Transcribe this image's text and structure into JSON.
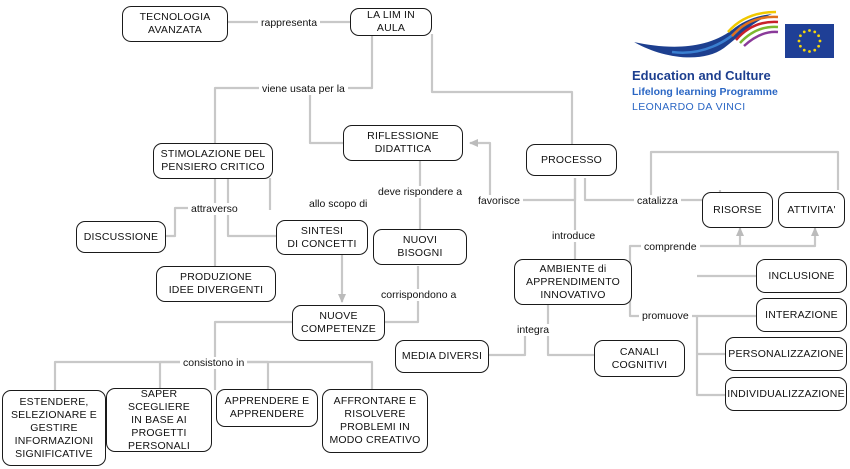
{
  "nodes": {
    "lim": "LA LIM IN AULA",
    "tecnologia": "TECNOLOGIA\nAVANZATA",
    "riflessione": "RIFLESSIONE\nDIDATTICA",
    "processo": "PROCESSO",
    "stimolazione": "STIMOLAZIONE DEL\nPENSIERO CRITICO",
    "discussione": "DISCUSSIONE",
    "sintesi": "SINTESI\nDI CONCETTI",
    "nuovi_bisogni": "NUOVI\nBISOGNI",
    "produzione": "PRODUZIONE\nIDEE DIVERGENTI",
    "nuove_competenze": "NUOVE\nCOMPETENZE",
    "ambiente": "AMBIENTE di\nAPPRENDIMENTO\nINNOVATIVO",
    "risorse": "RISORSE",
    "attivita": "ATTIVITA'",
    "media": "MEDIA DIVERSI",
    "canali": "CANALI\nCOGNITIVI",
    "inclusione": "INCLUSIONE",
    "interazione": "INTERAZIONE",
    "personalizzazione": "PERSONALIZZAZIONE",
    "individualizzazione": "INDIVIDUALIZZAZIONE",
    "estendere": "ESTENDERE,\nSELEZIONARE E\nGESTIRE\nINFORMAZIONI\nSIGNIFICATIVE",
    "saper": "SAPER SCEGLIERE\nIN BASE AI\nPROGETTI\nPERSONALI",
    "apprendere": "APPRENDERE E\nAPPRENDERE",
    "affrontare": "AFFRONTARE E\nRISOLVERE\nPROBLEMI IN\nMODO CREATIVO"
  },
  "links": {
    "rappresenta": "rappresenta",
    "viene_usata": "viene usata per la",
    "deve_rispondere": "deve rispondere a",
    "favorisce": "favorisce",
    "catalizza": "catalizza",
    "attraverso": "attraverso",
    "allo_scopo": "allo scopo di",
    "introduce": "introduce",
    "comprende": "comprende",
    "corrispondono": "corrispondono a",
    "promuove": "promuove",
    "integra": "integra",
    "consistono": "consistono in"
  },
  "logo": {
    "line1": "Education and Culture",
    "line2": "Lifelong learning Programme",
    "line3": "LEONARDO DA VINCI",
    "colors": {
      "blue": "#1d3f8f",
      "eu_blue": "#1f3f96",
      "eu_star": "#f5d60a"
    }
  },
  "colors": {
    "line": "#c8c8c8",
    "border": "#1a1a1a"
  }
}
